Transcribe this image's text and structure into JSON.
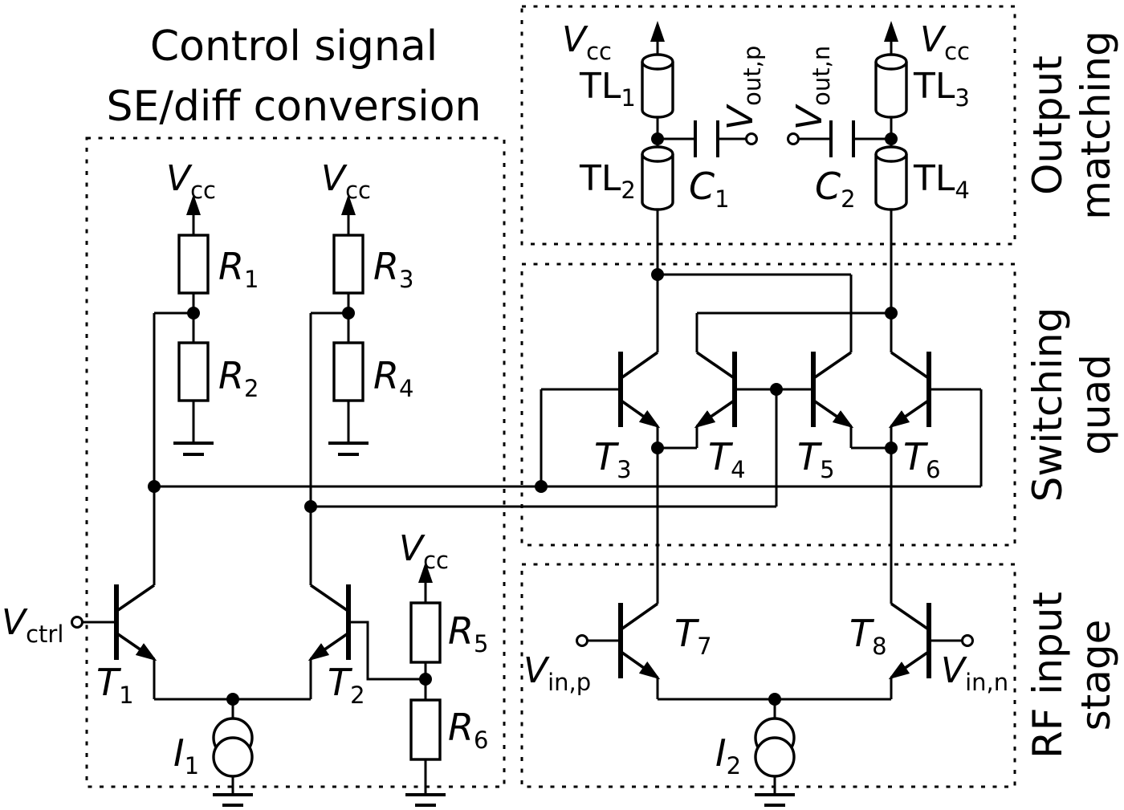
{
  "title": {
    "line1": "Control signal",
    "line2": "SE/diff conversion"
  },
  "sections": {
    "output_matching": {
      "line1": "Output",
      "line2": "matching"
    },
    "switching_quad": {
      "line1": "Switching",
      "line2": "quad"
    },
    "rf_input": {
      "line1": "RF input",
      "line2": "stage"
    }
  },
  "labels": {
    "vcc": {
      "main": "V",
      "sub": "cc"
    },
    "vctrl": {
      "main": "V",
      "sub": "ctrl"
    },
    "vin_p": {
      "main": "V",
      "sub": "in,p"
    },
    "vin_n": {
      "main": "V",
      "sub": "in,n"
    },
    "vout_p": {
      "main": "V",
      "sub": "out,p"
    },
    "vout_n": {
      "main": "V",
      "sub": "out,n"
    },
    "r1": {
      "main": "R",
      "sub": "1"
    },
    "r2": {
      "main": "R",
      "sub": "2"
    },
    "r3": {
      "main": "R",
      "sub": "3"
    },
    "r4": {
      "main": "R",
      "sub": "4"
    },
    "r5": {
      "main": "R",
      "sub": "5"
    },
    "r6": {
      "main": "R",
      "sub": "6"
    },
    "t1": {
      "main": "T",
      "sub": "1"
    },
    "t2": {
      "main": "T",
      "sub": "2"
    },
    "t3": {
      "main": "T",
      "sub": "3"
    },
    "t4": {
      "main": "T",
      "sub": "4"
    },
    "t5": {
      "main": "T",
      "sub": "5"
    },
    "t6": {
      "main": "T",
      "sub": "6"
    },
    "t7": {
      "main": "T",
      "sub": "7"
    },
    "t8": {
      "main": "T",
      "sub": "8"
    },
    "tl1": {
      "main": "TL",
      "sub": "1"
    },
    "tl2": {
      "main": "TL",
      "sub": "2"
    },
    "tl3": {
      "main": "TL",
      "sub": "3"
    },
    "tl4": {
      "main": "TL",
      "sub": "4"
    },
    "c1": {
      "main": "C",
      "sub": "1"
    },
    "c2": {
      "main": "C",
      "sub": "2"
    },
    "i1": {
      "main": "I",
      "sub": "1"
    },
    "i2": {
      "main": "I",
      "sub": "2"
    }
  },
  "colors": {
    "line": "#000000",
    "background": "#ffffff"
  }
}
